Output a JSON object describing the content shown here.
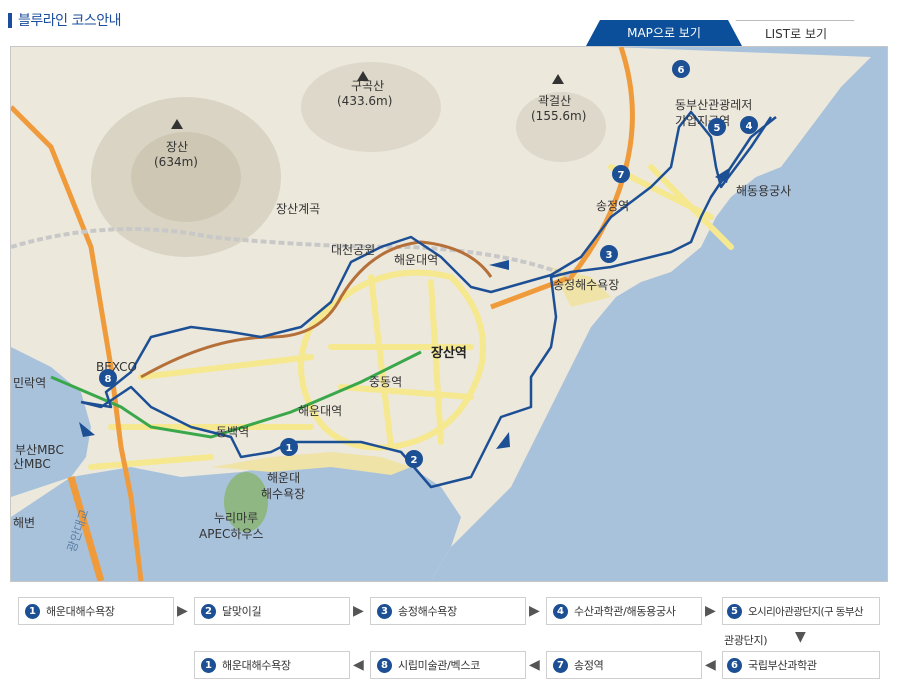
{
  "header": {
    "title": "블루라인 코스안내"
  },
  "tabs": {
    "map": "MAP으로 보기",
    "list": "LIST로 보기"
  },
  "colors": {
    "route": "#1c4f94",
    "tab_active": "#0b4e9a",
    "sea": "#a9c2dc",
    "land": "#ece8dc",
    "subway": "#3aa84a",
    "rail": "#b5703a"
  },
  "map": {
    "labels": {
      "gugoksan": "구곡산",
      "gugoksan_h": "(433.6m)",
      "gwakgeolsan": "곽걸산",
      "gwakgeolsan_h": "(155.6m)",
      "jangsan": "장산",
      "jangsan_h": "(634m)",
      "jangsan_valley": "장산계곡",
      "daecheon": "대천공원",
      "haeundae_stn_top": "해운대역",
      "songjeong_stn": "송정역",
      "songjeong_beach": "송정해수욕장",
      "haedong": "해동용궁사",
      "dongbusan_1": "동부산관광레저",
      "dongbusan_2": "기업지구역",
      "jangsan_stn": "장산역",
      "jungdong_stn": "중동역",
      "haeundae_stn": "해운대역",
      "dongbaek_stn": "동백역",
      "haeundae_beach_1": "해운대",
      "haeundae_beach_2": "해수욕장",
      "nurimaru_1": "누리마루",
      "nurimaru_2": "APEC하우스",
      "bexco": "BEXCO",
      "minrak": "민락역",
      "busan_mbc_1": "부산MBC",
      "busan_mbc_2": "산MBC",
      "bridge": "광안대교",
      "edge_byeon": "해변"
    },
    "markers": [
      "1",
      "2",
      "3",
      "4",
      "5",
      "6",
      "7",
      "8"
    ]
  },
  "steps": {
    "row1": [
      {
        "num": "1",
        "label": "해운대해수욕장"
      },
      {
        "num": "2",
        "label": "달맞이길"
      },
      {
        "num": "3",
        "label": "송정해수욕장"
      },
      {
        "num": "4",
        "label": "수산과학관/해동용궁사"
      },
      {
        "num": "5",
        "label": "오시리아관광단지(구 동부산"
      }
    ],
    "step5_wrap": "관광단지)",
    "row2": [
      {
        "num": "1",
        "label": "해운대해수욕장"
      },
      {
        "num": "8",
        "label": "시립미술관/벡스코"
      },
      {
        "num": "7",
        "label": "송정역"
      },
      {
        "num": "6",
        "label": "국립부산과학관"
      }
    ]
  }
}
